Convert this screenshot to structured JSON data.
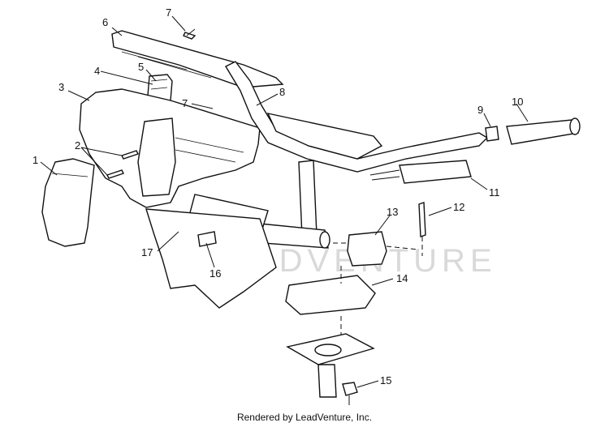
{
  "diagram": {
    "callouts": [
      "1",
      "2",
      "3",
      "4",
      "5",
      "6",
      "7",
      "7",
      "8",
      "9",
      "10",
      "11",
      "12",
      "13",
      "14",
      "15",
      "16",
      "17"
    ],
    "watermark": "LEADVENTURE",
    "footer": "Rendered by LeadVenture, Inc."
  }
}
